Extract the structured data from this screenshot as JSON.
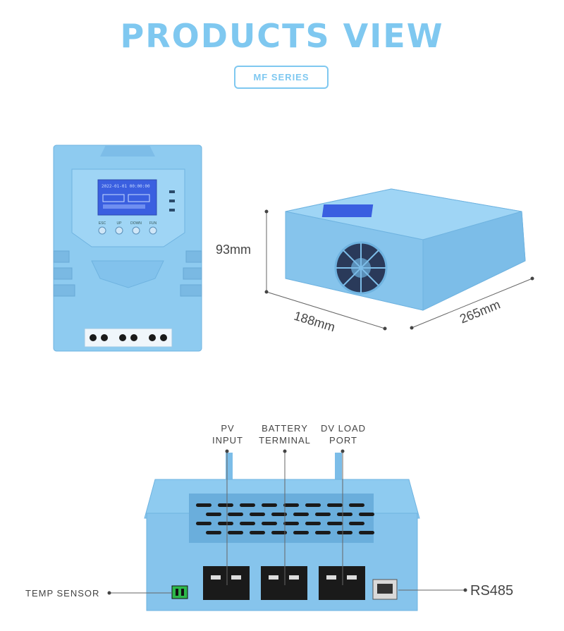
{
  "header": {
    "title": "PRODUCTS VIEW",
    "badge": "MF SERIES"
  },
  "colors": {
    "accent": "#7fc8f0",
    "body": "#8cc8ee",
    "body_dark": "#5aa5d8",
    "lcd": "#3a5fe0",
    "text": "#444444"
  },
  "front_panel": {
    "lcd_line1": "2022-01-01 00:00:00",
    "buttons": [
      "ESC",
      "UP",
      "DOWN",
      "FUN"
    ]
  },
  "dimensions": {
    "height": "93mm",
    "width": "188mm",
    "depth": "265mm"
  },
  "ports": {
    "pv_input": "PV\nINPUT",
    "battery_terminal": "BATTERY\nTERMINAL",
    "dv_load_port": "DV LOAD\nPORT",
    "temp_sensor": "TEMP SENSOR",
    "rs485": "RS485"
  }
}
